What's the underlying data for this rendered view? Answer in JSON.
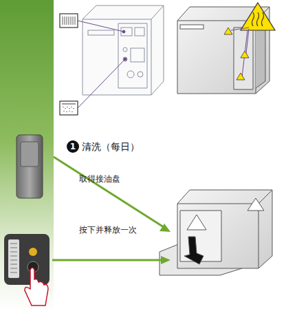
{
  "diagram": {
    "title": "清洗（每日）",
    "labels": [
      "1",
      "取得接油盘",
      "按下并释放一次"
    ]
  }
}
